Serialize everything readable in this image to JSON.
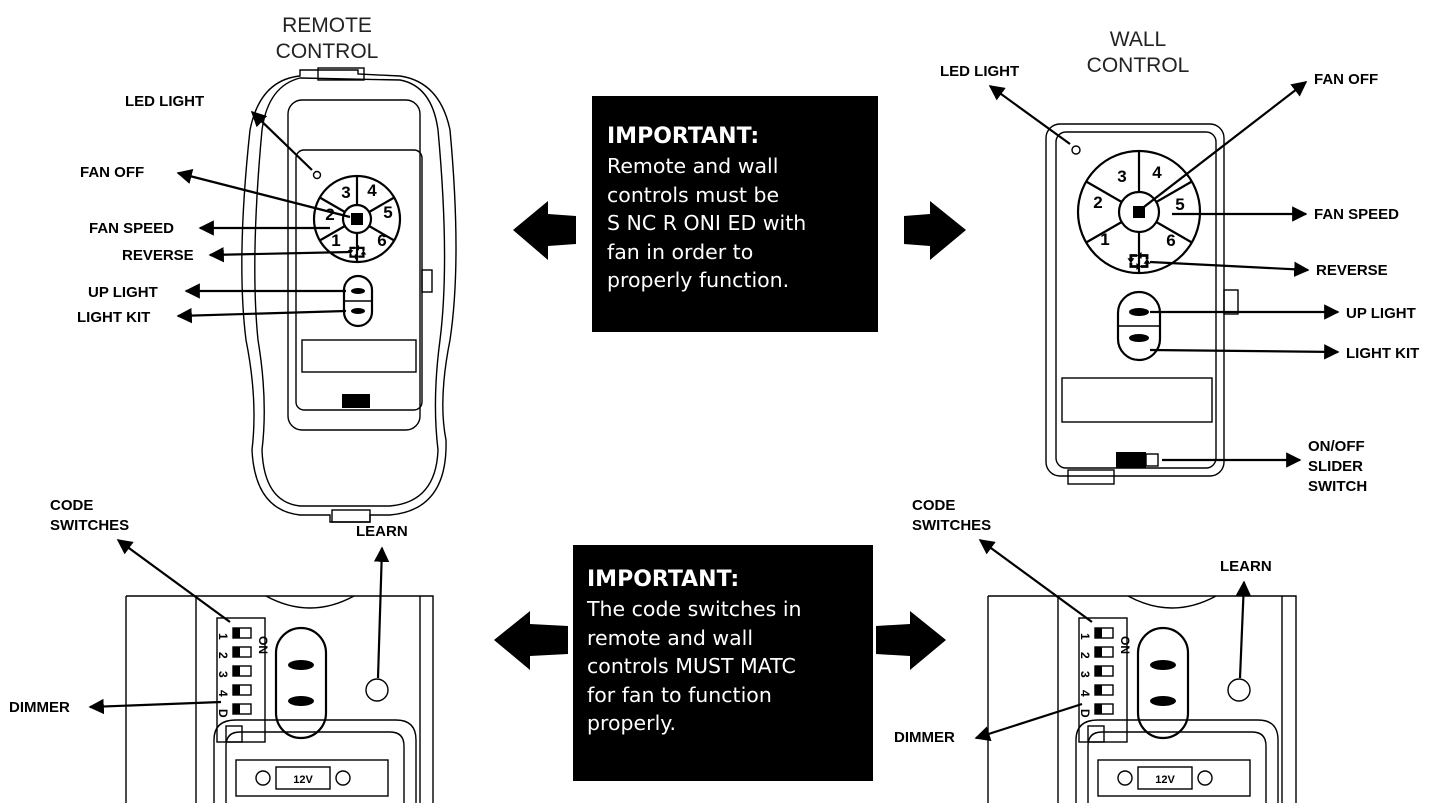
{
  "remote_title": [
    "REMOTE",
    "CONTROL"
  ],
  "wall_title": [
    "WALL",
    "CONTROL"
  ],
  "remote_labels": {
    "led": "LED LIGHT",
    "fan_off": "FAN OFF",
    "fan_speed": "FAN SPEED",
    "reverse": "REVERSE",
    "up_light": "UP LIGHT",
    "light_kit": "LIGHT KIT"
  },
  "wall_labels": {
    "led": "LED LIGHT",
    "fan_off": "FAN OFF",
    "fan_speed": "FAN SPEED",
    "reverse": "REVERSE",
    "up_light": "UP LIGHT",
    "light_kit": "LIGHT KIT",
    "slider": [
      "ON/OFF",
      "SLIDER",
      "SWITCH"
    ]
  },
  "speed_numbers": [
    "1",
    "2",
    "3",
    "4",
    "5",
    "6"
  ],
  "note_top": {
    "heading": "IMPORTANT:",
    "lines": [
      "Remote and wall",
      "controls must be",
      "S NC R   ONI ED with",
      "fan in order to",
      "properly function."
    ]
  },
  "note_bottom": {
    "heading": "IMPORTANT:",
    "lines": [
      "The code switches in",
      "remote and wall",
      "controls MUST MATC",
      "for fan to function",
      "properly."
    ]
  },
  "remote_bottom": {
    "code_switches": [
      "CODE",
      "SWITCHES"
    ],
    "learn": "LEARN",
    "dimmer": "DIMMER",
    "on_label": "ON",
    "dip_numbers": [
      "1",
      "2",
      "3",
      "4",
      "D"
    ],
    "battery": "12V"
  },
  "wall_bottom": {
    "code_switches": [
      "CODE",
      "SWITCHES"
    ],
    "learn": "LEARN",
    "dimmer": "DIMMER",
    "on_label": "ON",
    "dip_numbers": [
      "1",
      "2",
      "3",
      "4",
      "D"
    ],
    "battery": "12V"
  }
}
